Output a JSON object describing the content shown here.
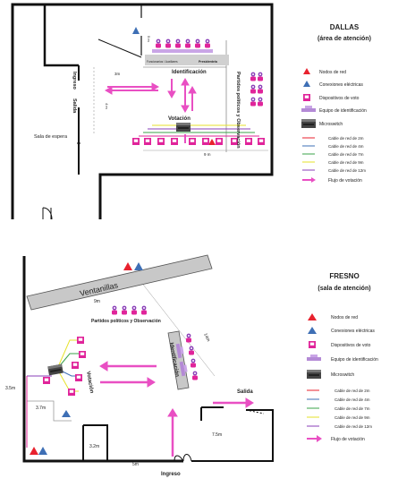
{
  "dallas": {
    "title": "DALLAS",
    "subtitle": "(área de atención)",
    "dim_5m": "5 m",
    "dim_3m": "3m",
    "dim_4m": "4 m",
    "dim_bottom": "9 m",
    "ingreso": "Ingreso",
    "salida": "Salida",
    "sala_espera": "Sala de espera",
    "identificacion": "Identificación",
    "funcionarios": "Funcionarios / Auxiliares",
    "presidente": "Presidente/a",
    "votacion": "Votación",
    "partidos": "Partidos políticos y Observación",
    "legend": {
      "nodos": "Nodos de red",
      "conexiones": "Conexiones eléctricas",
      "dispositivos": "Dispositivos de voto",
      "equipo": "Equipo de identificación",
      "microswitch": "Microswitch",
      "c2": "Cable de red de 2m",
      "c4": "Cable de red de 4m",
      "c7": "Cable de red de 7m",
      "c9": "Cable de red de 9m",
      "c12": "Cable de red de 12m",
      "flujo": "Flujo de votación"
    }
  },
  "fresno": {
    "title": "FRESNO",
    "subtitle": "(sala de atención)",
    "ventanillas": "Ventanillas",
    "dim_9m": "9m",
    "dim_14m": "14m",
    "partidos": "Partidos políticos y Observación",
    "votacion": "Votación",
    "identificacion": "Identificación",
    "salida": "Salida",
    "ingreso": "Ingreso",
    "dim_35": "3.5m",
    "dim_37": "3.7m",
    "dim_32": "3.2m",
    "dim_75": "7.5m",
    "dim_5m": "5m",
    "legend": {
      "nodos": "Nodos de red",
      "conexiones": "Conexiones eléctricas",
      "dispositivos": "Dispositivos de voto",
      "equipo": "Equipo de identificación",
      "microswitch": "Microswitch",
      "c2": "Cable de red de 2m",
      "c4": "Cable de red de 4m",
      "c7": "Cable de red de 7m",
      "c9": "Cable de red de 9m",
      "c12": "Cable de red de 12m",
      "flujo": "Flujo de votación"
    }
  },
  "colors": {
    "red": "#e8222e",
    "blue": "#3e6fb5",
    "magenta": "#e0249a",
    "purple": "#8a3fb8",
    "green": "#3aa34a",
    "yellow": "#e6e22a",
    "pink_arrow": "#e94fc3"
  }
}
